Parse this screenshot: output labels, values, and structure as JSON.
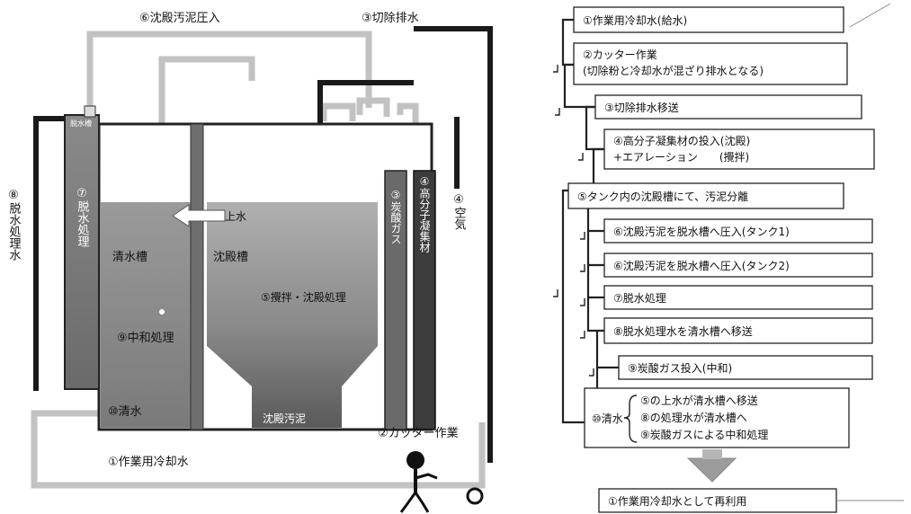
{
  "plant": {
    "pipe_labels": {
      "sludge_press": "⑥沈殿汚泥圧入",
      "cutting_drain": "③切除排水",
      "cooling_water": "①作業用冷却水",
      "dewatered_water": "⑧脱水処理水",
      "air": "④空気"
    },
    "tanks": {
      "dewater_top": "脱水槽",
      "dewater_proc": "⑦脱水処理",
      "clear_tank": "清水槽",
      "settle_tank": "沈殿槽",
      "supernatant": "上水",
      "stir_settle": "⑤攪拌・沈殿処理",
      "neutralize": "⑨中和処理",
      "clear_water": "⑩清水",
      "sludge": "沈殿汚泥",
      "co2": "③炭酸ガス",
      "flocculant": "④高分子凝集材"
    },
    "cutter": "②カッター作業"
  },
  "flowchart": {
    "steps": [
      {
        "lines": [
          "①作業用冷却水(給水)"
        ]
      },
      {
        "lines": [
          "②カッター作業",
          "(切除粉と冷却水が混ざり排水となる)"
        ]
      },
      {
        "lines": [
          "③切除排水移送"
        ]
      },
      {
        "lines": [
          "④高分子凝集材の投入(沈殿)",
          "+エアレーション　　(攪拌)"
        ]
      },
      {
        "lines": [
          "⑤タンク内の沈殿槽にて、汚泥分離"
        ]
      },
      {
        "lines": [
          "⑥沈殿汚泥を脱水槽へ圧入(タンク1)"
        ]
      },
      {
        "lines": [
          "⑥沈殿汚泥を脱水槽へ圧入(タンク2)"
        ]
      },
      {
        "lines": [
          "⑦脱水処理"
        ]
      },
      {
        "lines": [
          "⑧脱水処理水を清水槽へ移送"
        ]
      },
      {
        "lines": [
          "⑨炭酸ガス投入(中和)"
        ]
      }
    ],
    "final": {
      "label": "⑩清水",
      "items": [
        "⑤の上水が清水槽へ移送",
        "⑧の処理水が清水槽へ",
        "⑨炭酸ガスによる中和処理"
      ]
    },
    "reuse": "①作業用冷却水として再利用"
  }
}
